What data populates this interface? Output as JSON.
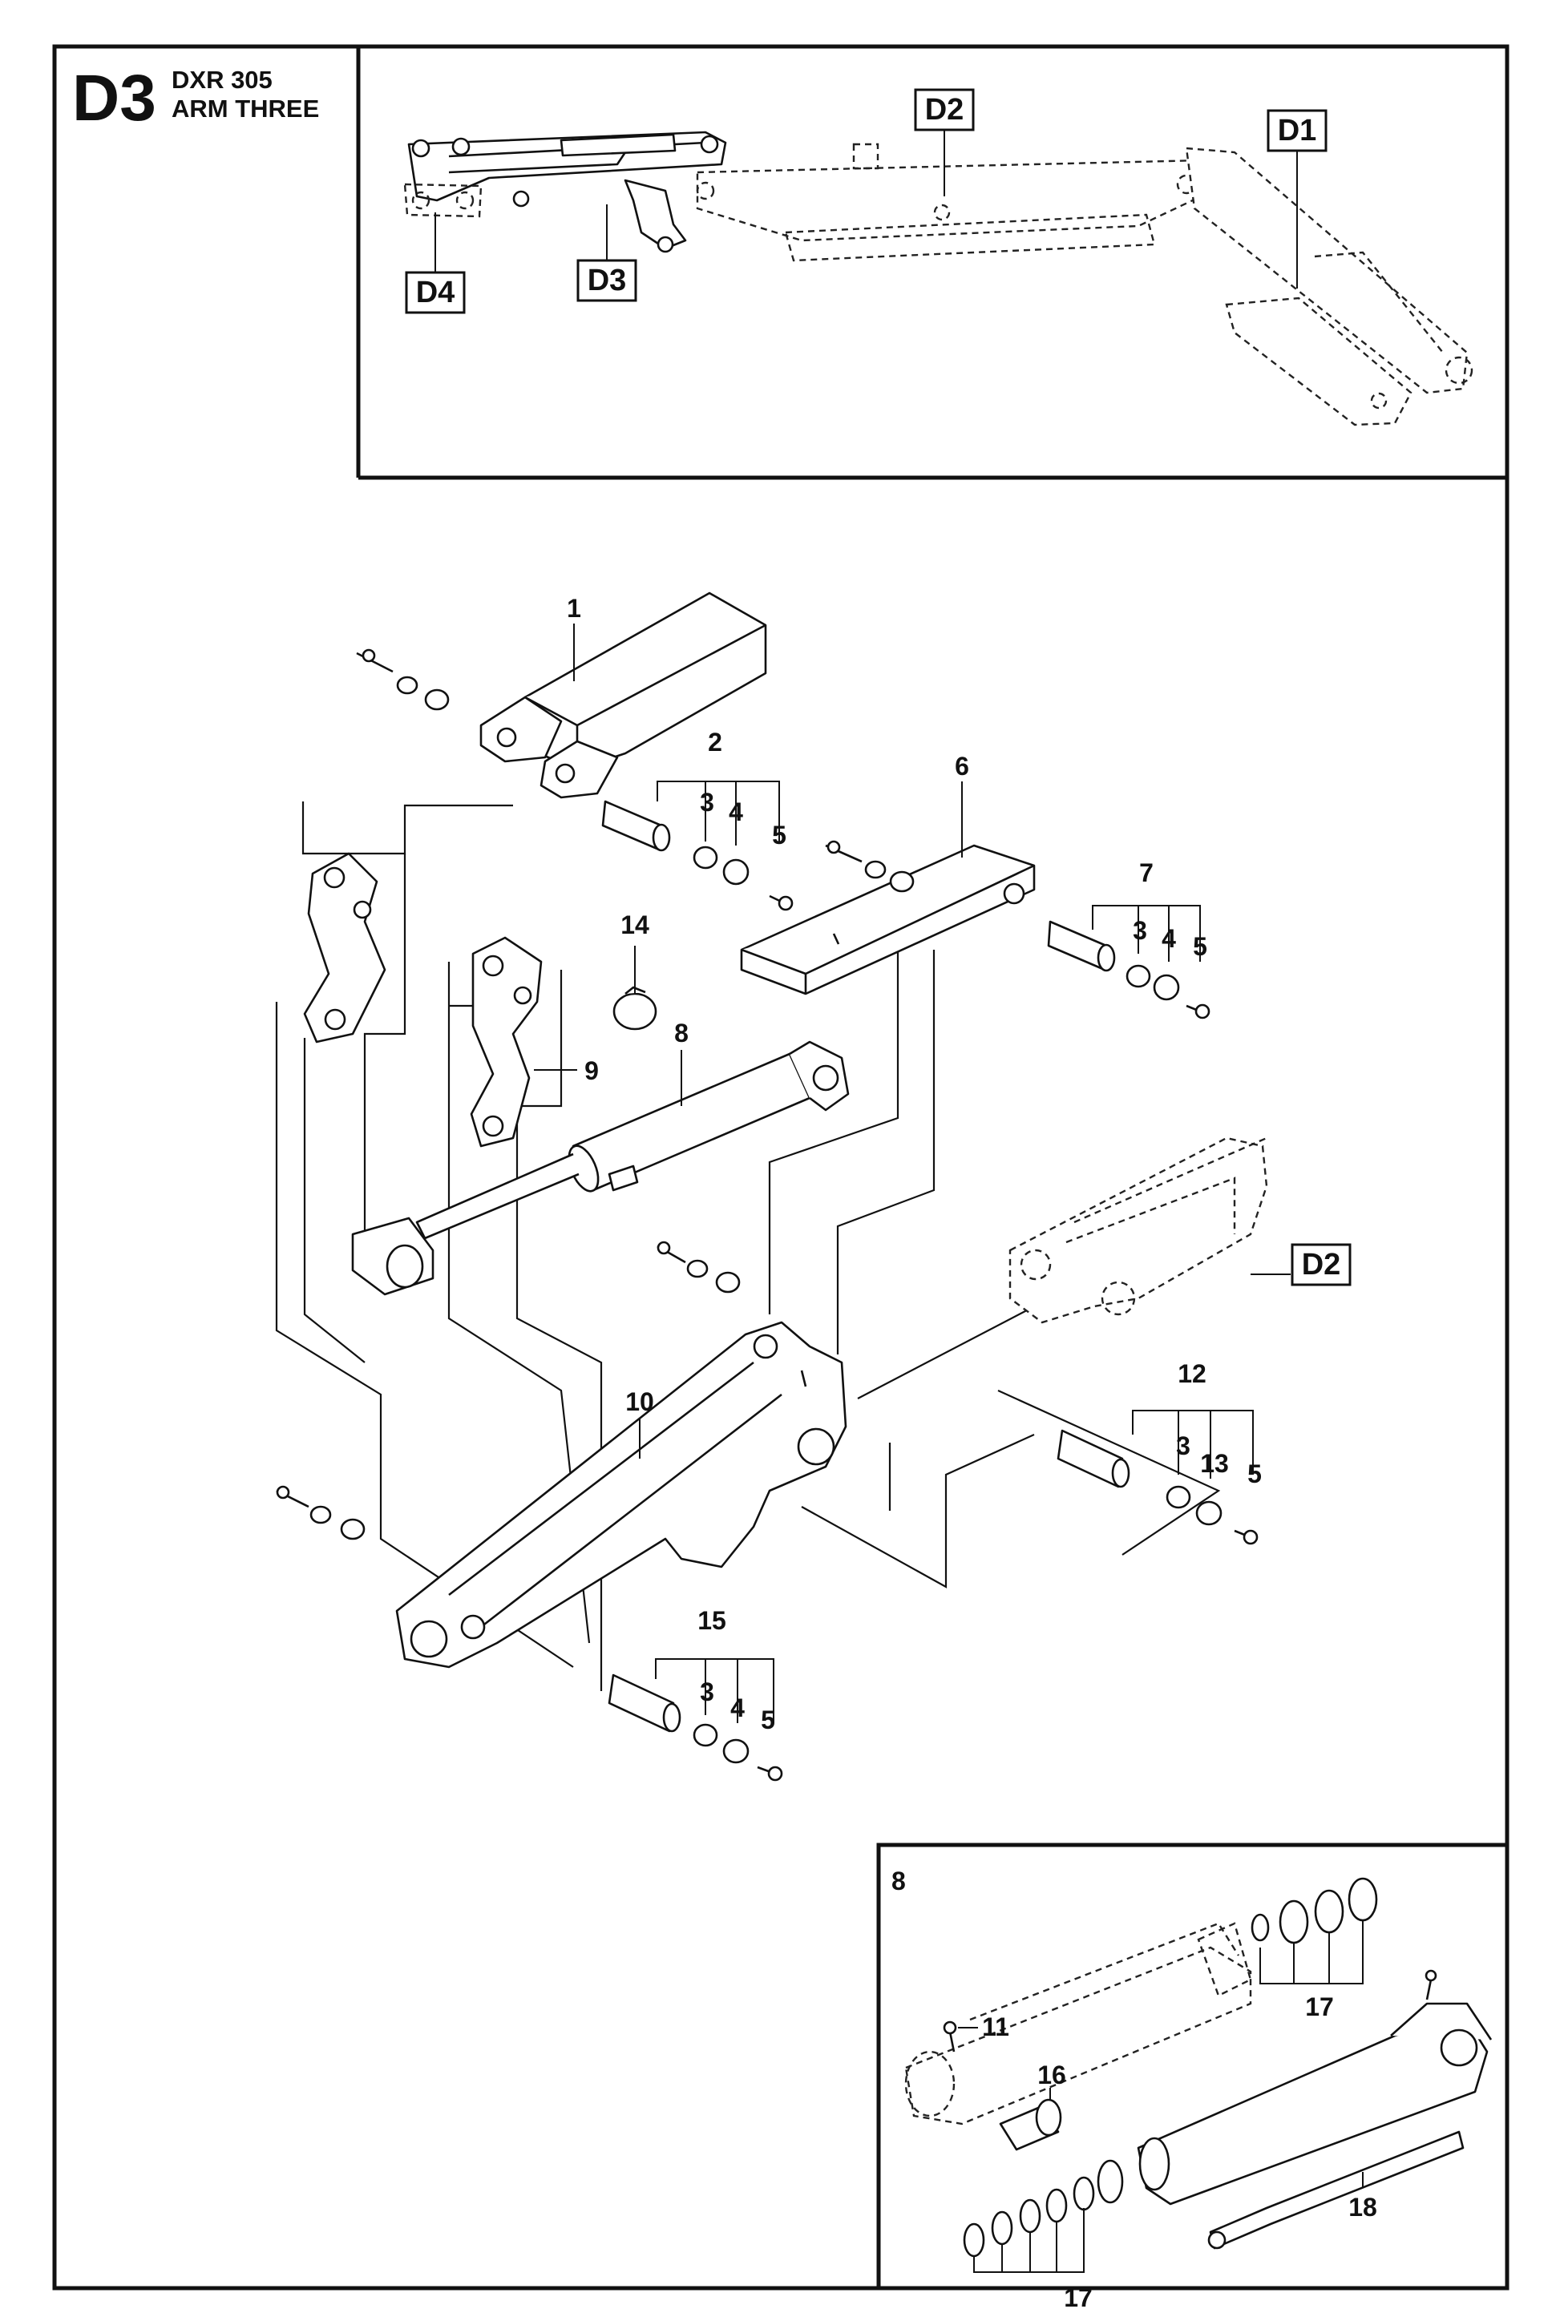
{
  "page": {
    "section_code": "D3",
    "model": "DXR 305",
    "section_title": "ARM THREE"
  },
  "overview": {
    "tags": [
      "D2",
      "D1",
      "D4",
      "D3"
    ]
  },
  "main_diagram": {
    "callouts": [
      "1",
      "2",
      "3",
      "4",
      "5",
      "6",
      "3",
      "4",
      "5",
      "7",
      "14",
      "8",
      "9",
      "10",
      "12",
      "3",
      "13",
      "5",
      "15",
      "3",
      "4",
      "5"
    ],
    "ref_tag": "D2"
  },
  "detail_inset": {
    "title": "8",
    "callouts": [
      "11",
      "16",
      "17",
      "17",
      "18"
    ]
  }
}
